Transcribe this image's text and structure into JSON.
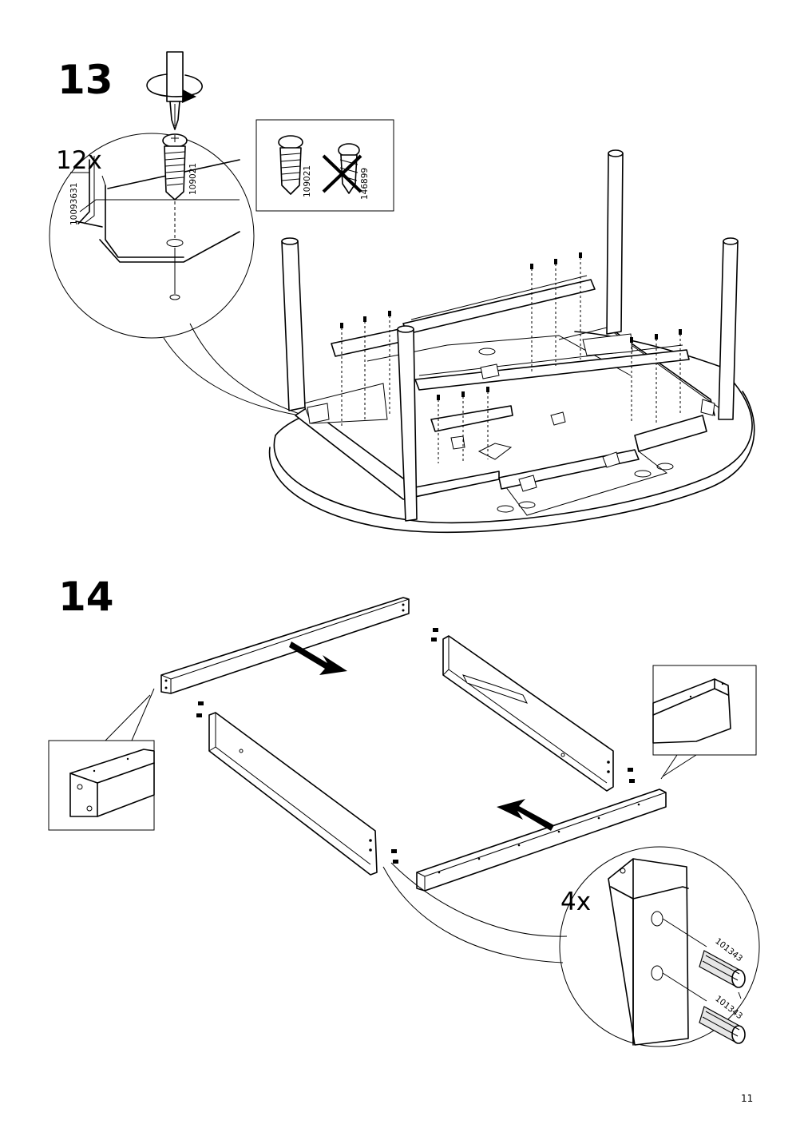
{
  "page": {
    "number": "11"
  },
  "step13": {
    "number": "13",
    "quantity": "12x",
    "screw_article": "109021",
    "bracket_article": "10093631",
    "compare_box": {
      "correct_article": "109021",
      "wrong_article": "146899"
    }
  },
  "step14": {
    "number": "14",
    "quantity": "4x",
    "dowel_article_top": "101343",
    "dowel_article_bottom": "101343"
  },
  "icons": [
    "screwdriver-icon",
    "rotate-clockwise-icon",
    "screw-icon",
    "cross-out-icon",
    "push-arrow-icon",
    "dowel-icon"
  ]
}
